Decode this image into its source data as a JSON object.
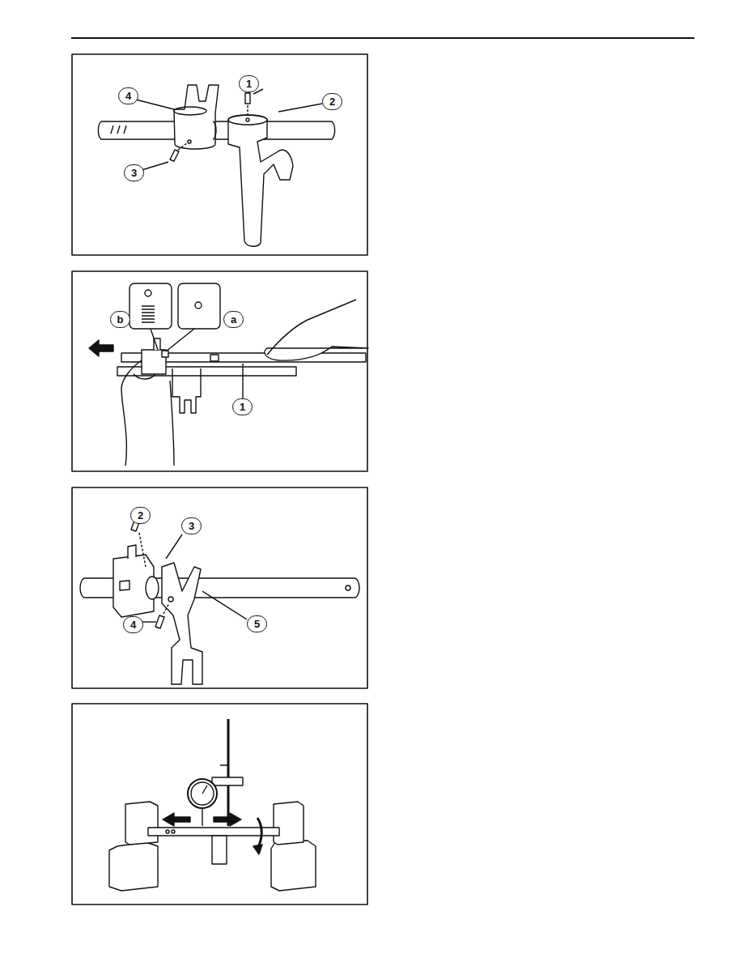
{
  "diagram": {
    "labels": [
      "1",
      "2",
      "4",
      "3",
      "b",
      "a",
      "1",
      "2",
      "3",
      "5",
      "4"
    ]
  }
}
